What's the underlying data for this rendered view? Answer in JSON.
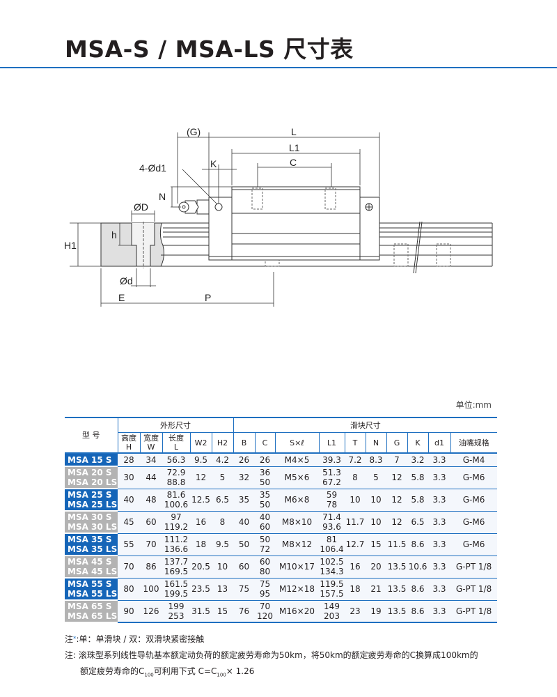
{
  "title": "MSA-S / MSA-LS 尺寸表",
  "drawing": {
    "labels": {
      "G": "(G)",
      "L": "L",
      "L1": "L1",
      "C": "C",
      "K": "K",
      "d1": "4-Ød1",
      "N": "N",
      "D": "ØD",
      "h": "h",
      "H1": "H1",
      "d": "Ød",
      "E": "E",
      "P": "P"
    }
  },
  "unit": "单位:mm",
  "table": {
    "model_header": "型 号",
    "group_outer": "外形尺寸",
    "group_block": "滑块尺寸",
    "columns": [
      "高度\nH",
      "宽度\nW",
      "长度\nL",
      "W2",
      "H2",
      "B",
      "C",
      "S×ℓ",
      "L1",
      "T",
      "N",
      "G",
      "K",
      "d1",
      "油嘴规格"
    ],
    "rows": [
      {
        "models": [
          "MSA 15 S"
        ],
        "color": "blue",
        "cells": [
          "28",
          "34",
          "56.3",
          "9.5",
          "4.2",
          "26",
          "26",
          "M4×5",
          "39.3",
          "7.2",
          "8.3",
          "7",
          "3.2",
          "3.3",
          "G-M4"
        ]
      },
      {
        "models": [
          "MSA 20 S",
          "MSA 20 LS"
        ],
        "color": "gray",
        "cells": [
          "30",
          "44",
          "72.9\n88.8",
          "12",
          "5",
          "32",
          "36\n50",
          "M5×6",
          "51.3\n67.2",
          "8",
          "5",
          "12",
          "5.8",
          "3.3",
          "G-M6"
        ]
      },
      {
        "models": [
          "MSA 25 S",
          "MSA 25 LS"
        ],
        "color": "blue",
        "cells": [
          "40",
          "48",
          "81.6\n100.6",
          "12.5",
          "6.5",
          "35",
          "35\n50",
          "M6×8",
          "59\n78",
          "10",
          "10",
          "12",
          "5.8",
          "3.3",
          "G-M6"
        ]
      },
      {
        "models": [
          "MSA 30 S",
          "MSA 30 LS"
        ],
        "color": "gray",
        "cells": [
          "45",
          "60",
          "97\n119.2",
          "16",
          "8",
          "40",
          "40\n60",
          "M8×10",
          "71.4\n93.6",
          "11.7",
          "10",
          "12",
          "6.5",
          "3.3",
          "G-M6"
        ]
      },
      {
        "models": [
          "MSA 35 S",
          "MSA 35 LS"
        ],
        "color": "blue",
        "cells": [
          "55",
          "70",
          "111.2\n136.6",
          "18",
          "9.5",
          "50",
          "50\n72",
          "M8×12",
          "81\n106.4",
          "12.7",
          "15",
          "11.5",
          "8.6",
          "3.3",
          "G-M6"
        ]
      },
      {
        "models": [
          "MSA 45 S",
          "MSA 45 LS"
        ],
        "color": "gray",
        "cells": [
          "70",
          "86",
          "137.7\n169.5",
          "20.5",
          "10",
          "60",
          "60\n80",
          "M10×17",
          "102.5\n134.3",
          "16",
          "20",
          "13.5",
          "10.6",
          "3.3",
          "G-PT 1/8"
        ]
      },
      {
        "models": [
          "MSA 55 S",
          "MSA 55 LS"
        ],
        "color": "blue",
        "cells": [
          "80",
          "100",
          "161.5\n199.5",
          "23.5",
          "13",
          "75",
          "75\n95",
          "M12×18",
          "119.5\n157.5",
          "18",
          "21",
          "13.5",
          "8.6",
          "3.3",
          "G-PT 1/8"
        ]
      },
      {
        "models": [
          "MSA 65 S",
          "MSA 65 LS"
        ],
        "color": "gray",
        "cells": [
          "90",
          "126",
          "199\n253",
          "31.5",
          "15",
          "76",
          "70\n120",
          "M16×20",
          "149\n203",
          "23",
          "19",
          "13.5",
          "8.6",
          "3.3",
          "G-PT 1/8"
        ]
      }
    ]
  },
  "notes": {
    "note1_prefix": "注",
    "note1_star": "*",
    "note1_text": ":单：单滑块 / 双：双滑块紧密接触",
    "note2_line1": "注: 滚珠型系列线性导轨基本额定动负荷的额定疲劳寿命为50km，将50km的额定疲劳寿命的C换算成100km的",
    "note2_line2a": "额定疲劳寿命的C",
    "note2_sub1": "100",
    "note2_line2b": "可利用下式 C=C",
    "note2_sub2": "100",
    "note2_line2c": "× 1.26"
  },
  "colors": {
    "accent": "#1e6fc0",
    "model_blue": "#1565b8",
    "model_gray": "#b3b3b3"
  }
}
